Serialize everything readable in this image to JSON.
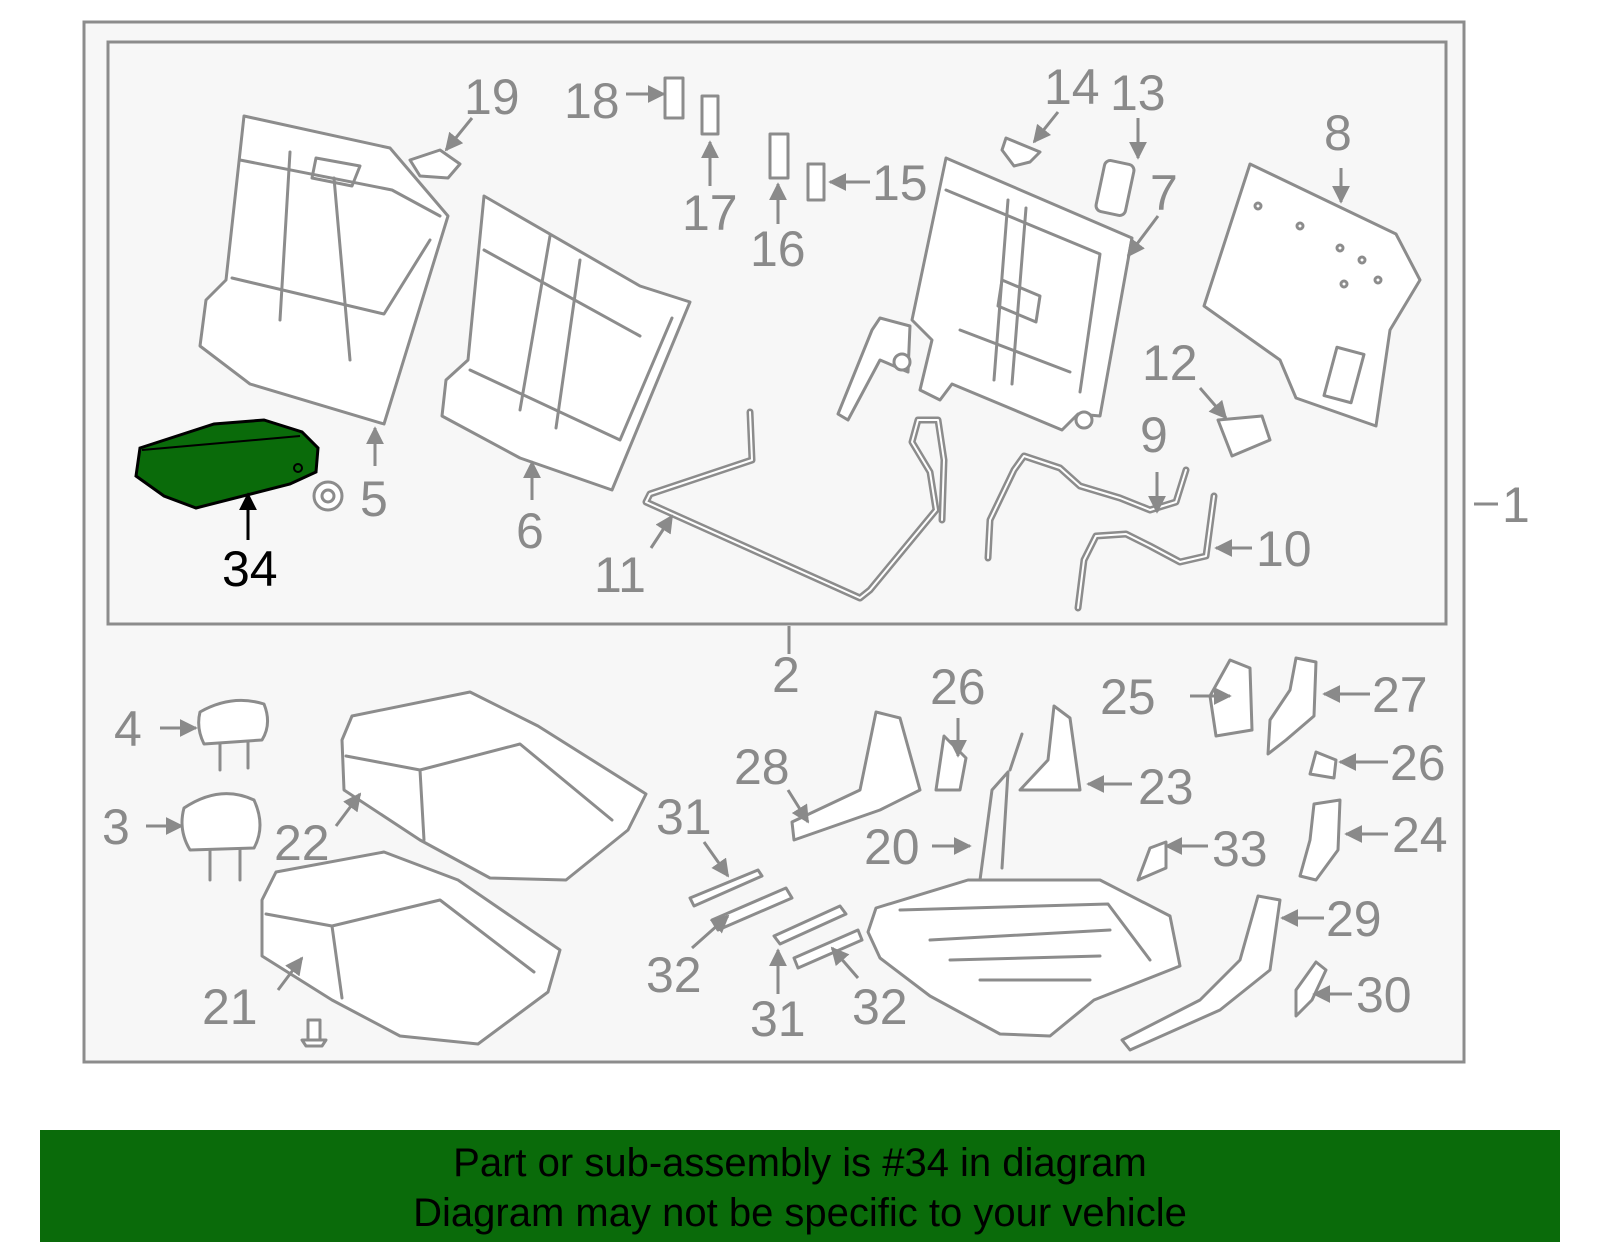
{
  "diagram": {
    "highlight_color": "#0a6b0a",
    "highlighted_part": "34",
    "callouts": {
      "c1": "1",
      "c2": "2",
      "c3": "3",
      "c4": "4",
      "c5": "5",
      "c6": "6",
      "c7": "7",
      "c8": "8",
      "c9": "9",
      "c10": "10",
      "c11": "11",
      "c12": "12",
      "c13": "13",
      "c14": "14",
      "c15": "15",
      "c16": "16",
      "c17": "17",
      "c18": "18",
      "c19": "19",
      "c20": "20",
      "c21": "21",
      "c22": "22",
      "c23": "23",
      "c24": "24",
      "c25": "25",
      "c26a": "26",
      "c26b": "26",
      "c27": "27",
      "c28": "28",
      "c29": "29",
      "c30": "30",
      "c31a": "31",
      "c31b": "31",
      "c32a": "32",
      "c32b": "32",
      "c33": "33",
      "c34": "34"
    }
  },
  "footer": {
    "background": "#0a6b0a",
    "line1": "Part or sub-assembly is #34 in diagram",
    "line2": "Diagram may not be specific to your vehicle"
  }
}
